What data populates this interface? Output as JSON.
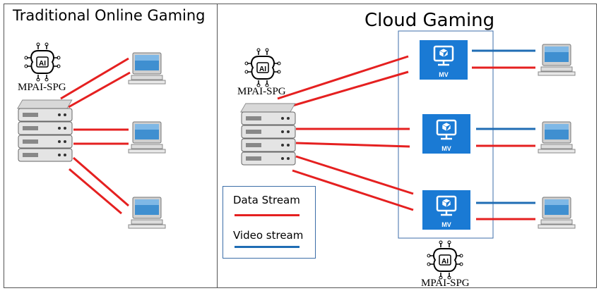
{
  "panels": {
    "left_title": "Traditional Online Gaming",
    "right_title": "Cloud Gaming"
  },
  "ai_label": "MPAI-SPG",
  "ai_badge": "AI",
  "vm_label": "MV",
  "legend": {
    "data_stream": "Data Stream",
    "video_stream": "Video stream"
  },
  "colors": {
    "data_stream": "#e52020",
    "video_stream": "#1f6db4",
    "vm_box": "#1a7ad4"
  },
  "icons": [
    "ai-brain-icon",
    "server-icon",
    "computer-icon",
    "virtual-machine-icon"
  ]
}
